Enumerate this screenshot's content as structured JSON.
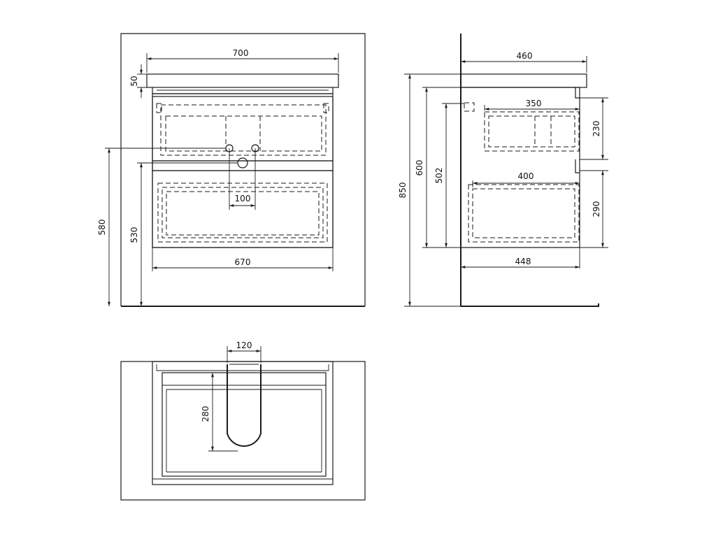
{
  "front_view": {
    "dims": {
      "overall_width": "700",
      "top_thickness": "50",
      "tap_spacing": "100",
      "height_580": "580",
      "height_530": "530",
      "body_width": "670"
    }
  },
  "side_view": {
    "dims": {
      "depth_top": "460",
      "upper_drawer_depth": "350",
      "lower_drawer_depth": "400",
      "body_depth": "448",
      "total_height": "850",
      "height_600": "600",
      "height_502": "502",
      "drawer_230": "230",
      "drawer_290": "290"
    }
  },
  "plan_view": {
    "dims": {
      "cutout_width": "120",
      "cutout_depth": "280"
    }
  }
}
